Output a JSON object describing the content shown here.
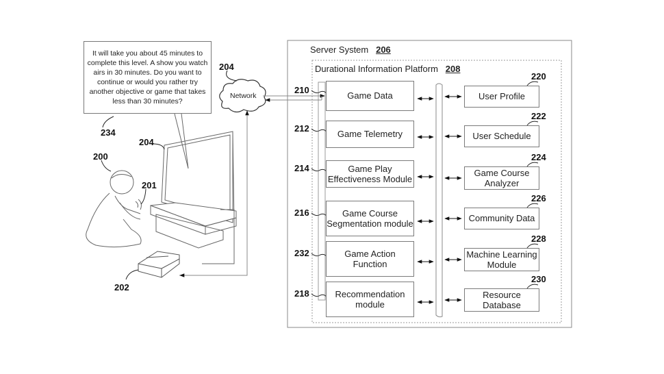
{
  "speech_bubble": {
    "text": "It will take you about 45 minutes to complete this level.  A show you watch airs in 30 minutes.  Do you want to continue or would you rather try another objective or game that takes less than 30 minutes?",
    "ref": "234"
  },
  "network": {
    "label": "Network",
    "ref": "204"
  },
  "scene": {
    "user_ref": "200",
    "controller_ref": "201",
    "console_ref": "202",
    "display_ref": "204"
  },
  "server_system": {
    "title": "Server System",
    "ref": "206",
    "platform": {
      "title": "Durational Information Platform",
      "ref": "208",
      "left_modules": [
        {
          "ref": "210",
          "label": "Game Data"
        },
        {
          "ref": "212",
          "label": "Game Telemetry"
        },
        {
          "ref": "214",
          "label": "Game Play Effectiveness Module"
        },
        {
          "ref": "216",
          "label": "Game Course Segmentation module"
        },
        {
          "ref": "232",
          "label": "Game Action Function"
        },
        {
          "ref": "218",
          "label": "Recommendation module"
        }
      ],
      "right_modules": [
        {
          "ref": "220",
          "label": "User Profile"
        },
        {
          "ref": "222",
          "label": "User Schedule"
        },
        {
          "ref": "224",
          "label": "Game Course Analyzer"
        },
        {
          "ref": "226",
          "label": "Community Data"
        },
        {
          "ref": "228",
          "label": "Machine Learning Module"
        },
        {
          "ref": "230",
          "label": "Resource Database"
        }
      ]
    }
  }
}
